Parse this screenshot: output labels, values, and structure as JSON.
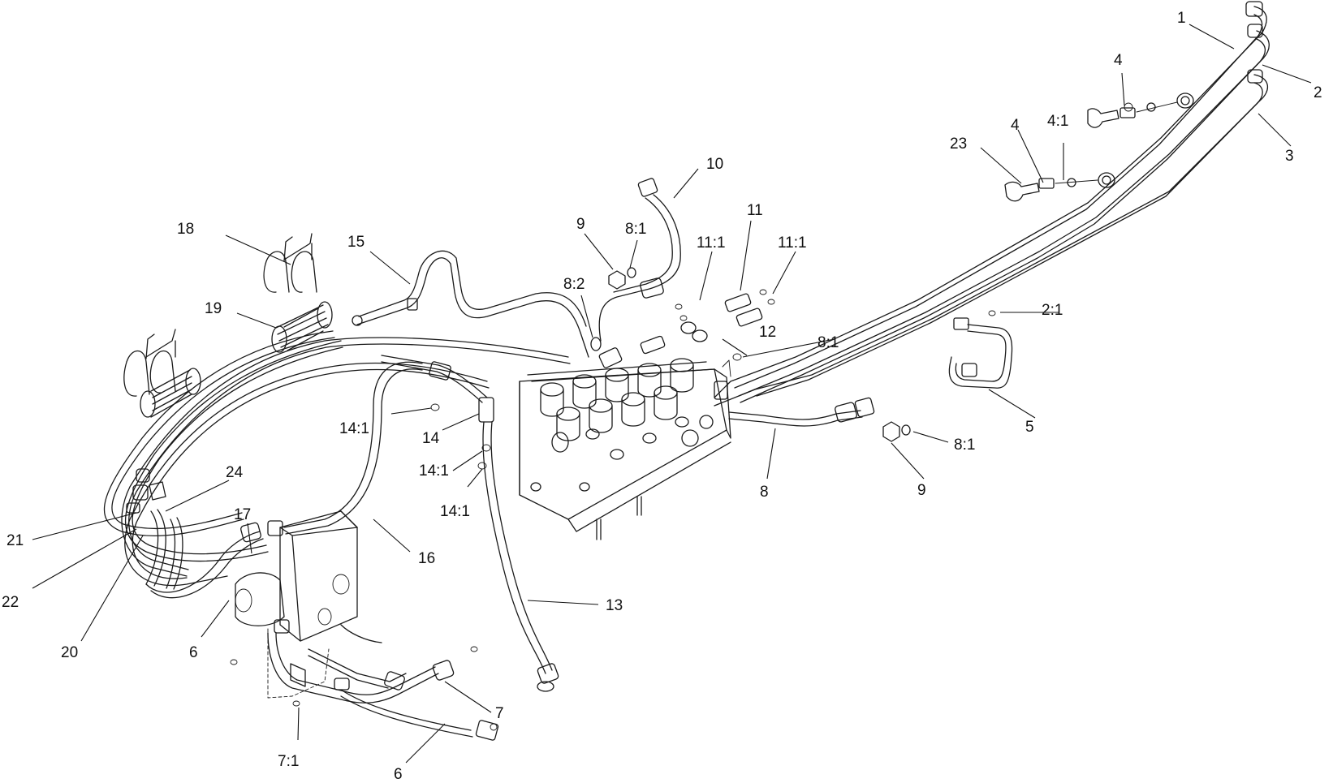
{
  "callouts": [
    {
      "id": "c1",
      "text": "1"
    },
    {
      "id": "c2",
      "text": "2"
    },
    {
      "id": "c3",
      "text": "3"
    },
    {
      "id": "c4a",
      "text": "4"
    },
    {
      "id": "c4b",
      "text": "4"
    },
    {
      "id": "c4_1",
      "text": "4:1"
    },
    {
      "id": "c23",
      "text": "23"
    },
    {
      "id": "c10",
      "text": "10"
    },
    {
      "id": "c9a",
      "text": "9"
    },
    {
      "id": "c8_1a",
      "text": "8:1"
    },
    {
      "id": "c8_2",
      "text": "8:2"
    },
    {
      "id": "c11_1a",
      "text": "11:1"
    },
    {
      "id": "c11",
      "text": "11"
    },
    {
      "id": "c11_1b",
      "text": "11:1"
    },
    {
      "id": "c12",
      "text": "12"
    },
    {
      "id": "c8_1b",
      "text": "8:1"
    },
    {
      "id": "c2_1",
      "text": "2:1"
    },
    {
      "id": "c5",
      "text": "5"
    },
    {
      "id": "c8_1c",
      "text": "8:1"
    },
    {
      "id": "c9b",
      "text": "9"
    },
    {
      "id": "c8",
      "text": "8"
    },
    {
      "id": "c18",
      "text": "18"
    },
    {
      "id": "c15",
      "text": "15"
    },
    {
      "id": "c19",
      "text": "19"
    },
    {
      "id": "c14_1a",
      "text": "14:1"
    },
    {
      "id": "c14",
      "text": "14"
    },
    {
      "id": "c14_1b",
      "text": "14:1"
    },
    {
      "id": "c14_1c",
      "text": "14:1"
    },
    {
      "id": "c24",
      "text": "24"
    },
    {
      "id": "c17",
      "text": "17"
    },
    {
      "id": "c16",
      "text": "16"
    },
    {
      "id": "c21",
      "text": "21"
    },
    {
      "id": "c22",
      "text": "22"
    },
    {
      "id": "c20",
      "text": "20"
    },
    {
      "id": "c6a",
      "text": "6"
    },
    {
      "id": "c13",
      "text": "13"
    },
    {
      "id": "c7",
      "text": "7"
    },
    {
      "id": "c7_1",
      "text": "7:1"
    },
    {
      "id": "c6b",
      "text": "6"
    }
  ]
}
